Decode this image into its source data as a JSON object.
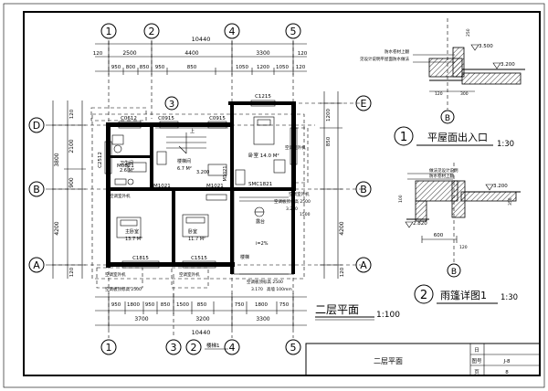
{
  "grid_axes": {
    "columns_top": [
      "1",
      "2",
      "4",
      "5"
    ],
    "columns_bottom": [
      "1",
      "3",
      "2",
      "4",
      "5"
    ],
    "rows_left": [
      "D",
      "B",
      "A"
    ],
    "rows_right": [
      "E",
      "B",
      "A"
    ],
    "top_3_marker": "3"
  },
  "dims": {
    "top_total": "10440",
    "top_main": [
      "2500",
      "4400",
      "3300"
    ],
    "top_sub": [
      "950",
      "800",
      "850",
      "950",
      "850",
      "1050",
      "1200",
      "1050",
      "120"
    ],
    "top_edge": [
      "120",
      "120"
    ],
    "bottom_total": "10440",
    "bottom_main": [
      "3700",
      "3200",
      "3300"
    ],
    "bottom_sub": [
      "950",
      "1800",
      "950",
      "850",
      "1500",
      "850",
      "750",
      "1800",
      "750"
    ],
    "left": [
      "3800",
      "2100",
      "900",
      "4200",
      "120",
      "120"
    ],
    "right": [
      "1200",
      "850",
      "4200",
      "120"
    ]
  },
  "rooms": {
    "bath_1": "卫生间",
    "bath_1_area": "2.6 M²",
    "stair_hall": "楼梯间",
    "stair_hall_area": "6.7 M²",
    "bedroom_ne": "卧室 14.0 M²",
    "bedroom_sw": "主卧室",
    "bedroom_sw_area": "13.7 M²",
    "bedroom_s": "卧室",
    "bedroom_s_area": "11.7 M²",
    "stair": "楼梯",
    "terrace": "露台",
    "up_arrow": "上",
    "slope": "i=2%"
  },
  "labels": {
    "c0612": "C0612",
    "c0915_a": "C0915",
    "c0915_b": "C0915",
    "c1215": "C1215",
    "m0821": "M0821",
    "m1021_a": "M1021",
    "m1021_b": "M1021",
    "smc": "SMC1821",
    "c1815": "C1815",
    "c1515": "C1515",
    "c2512": "C2512",
    "m1021_v": "M1021",
    "ac_a": "空调室外机",
    "ac_b": "空调室外机",
    "ac_c": "空调室外机",
    "ac_d": "空调室外机",
    "ac_e": "空调室外机",
    "slab_note_a": "空调板顶标高 2500",
    "slab_note_b": "空调板顶标高 2500",
    "slab_note_c": "空调板顶标高 2500",
    "h3200_a": "3.200",
    "h3200_b": "3.200",
    "h_low": "3.170",
    "fz": "高墙 100mm",
    "hyd": "1500"
  },
  "detail1": {
    "title_num": "1",
    "title": "平屋面出入口",
    "scale": "1:30",
    "axis": "B",
    "note_top": "防水卷材上翻",
    "note_mid": "见设计说明平屋面防水做法",
    "h_upper": "3.500",
    "h_lower": "3.200",
    "dim_a": "250",
    "dim_b": "120",
    "dim_c": "300"
  },
  "detail2": {
    "title_num": "2",
    "title": "雨篷详图1",
    "scale": "1:30",
    "axis": "B",
    "note_a": "做法见设计说明",
    "note_b": "防水卷材上翻",
    "h_top": "3.200",
    "h_low": "2.820",
    "dim_600": "600",
    "dim_350": "350",
    "dim_120": "120",
    "dim_100": "100"
  },
  "plan_title": {
    "text": "二层平面",
    "scale": "1:100",
    "sub_label": "楼梯1"
  },
  "title_block": {
    "drawing_name": "二层平面",
    "field_a": "日",
    "field_b": "图号",
    "field_c": "页",
    "val_a": "",
    "val_b": "J-8",
    "val_c": "8"
  }
}
